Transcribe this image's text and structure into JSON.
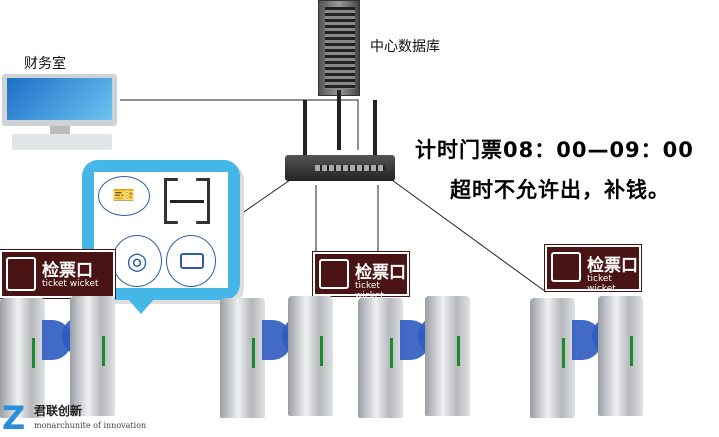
{
  "labels": {
    "finance": "财务室",
    "database": "中心数据库"
  },
  "notice": {
    "line1": "计时门票08：00—09：00",
    "line2": "超时不允许出，补钱。"
  },
  "gates": [
    {
      "cn": "检票口",
      "en": "ticket wicket"
    },
    {
      "cn": "检票口",
      "en": "ticket wicket"
    },
    {
      "cn": "检票口",
      "en": "ticket wicket"
    }
  ],
  "logo": {
    "cn": "君联创新",
    "en": "monarchunite of innovation"
  },
  "colors": {
    "bubble": "#45b6e8",
    "sign": "#4a1414",
    "wing": "#2d5bc0"
  }
}
